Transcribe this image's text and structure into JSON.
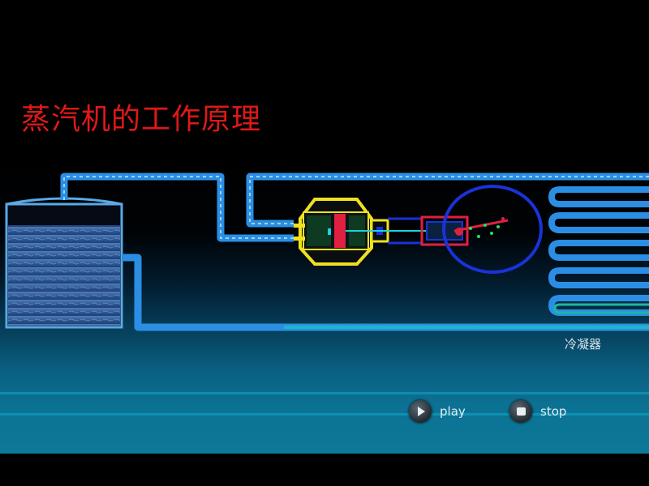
{
  "title": "蒸汽机的工作原理",
  "diagram": {
    "condenser_label": "冷凝器"
  },
  "controls": {
    "play_label": "play",
    "stop_label": "stop"
  },
  "colors": {
    "title": "#e01818",
    "pipe": "#1e8fe0",
    "engine": "#f0e020",
    "flywheel": "#1a32d8",
    "piston": "#e02040"
  },
  "icons": {
    "play": "play-icon",
    "stop": "stop-icon"
  }
}
